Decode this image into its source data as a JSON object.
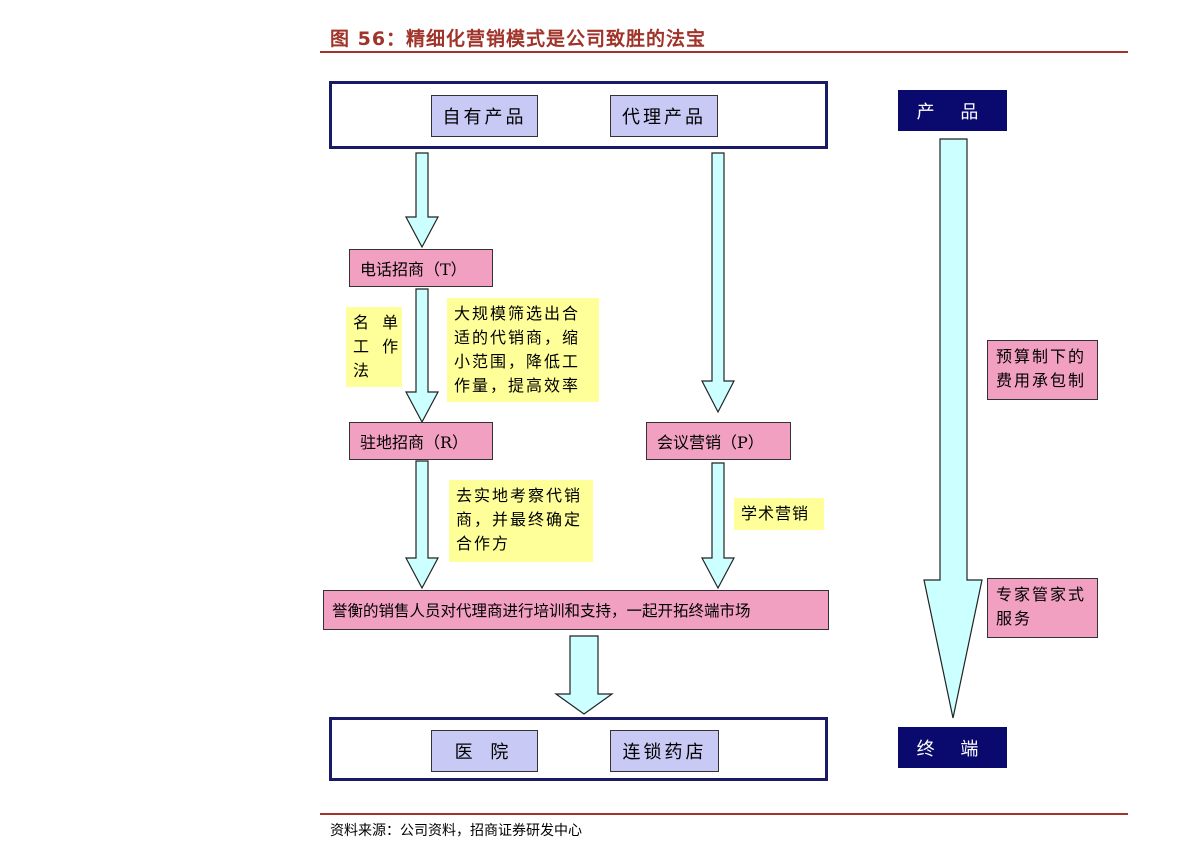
{
  "title": "图 56：精细化营销模式是公司致胜的法宝",
  "boxes": {
    "own_product": "自有产品",
    "agent_product": "代理产品",
    "telephone": "电话招商（T）",
    "resident": "驻地招商（R）",
    "meeting": "会议营销（P）",
    "bottom_bar": "誉衡的销售人员对代理商进行培训和支持，一起开拓终端市场",
    "hospital": "医  院",
    "pharmacy": "连锁药店"
  },
  "notes": {
    "list_method": "名 单\n工 作\n法",
    "screening": "大规模筛选出合适的代销商，缩小范围，降低工作量，提高效率",
    "inspection": "去实地考察代销商，并最终确定合作方",
    "academic": "学术营销"
  },
  "side": {
    "product": "产 品",
    "terminal": "终 端",
    "budget": "预算制下的费用承包制",
    "butler": "专家管家式服务"
  },
  "colors": {
    "arrow_fill": "#ccffff",
    "pink": "#f2a0c2",
    "lavender": "#c9c9f5",
    "yellow": "#ffff99",
    "navy": "#0a0a6e",
    "title": "#a0342a"
  },
  "source": "资料来源：公司资料，招商证券研发中心"
}
